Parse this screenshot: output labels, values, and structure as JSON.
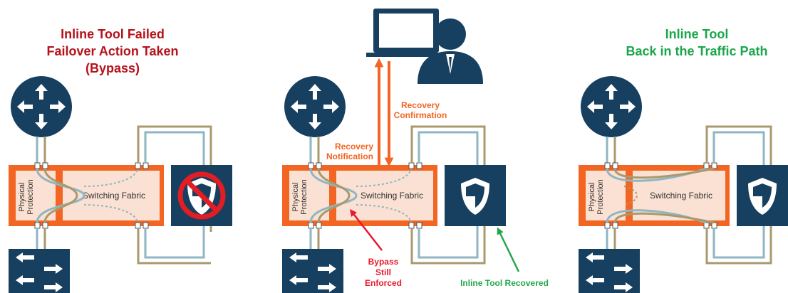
{
  "panels": {
    "left": {
      "title_line1": "Inline Tool Failed",
      "title_line2": "Failover Action Taken",
      "title_line3": "(Bypass)",
      "fabric_label": "Switching Fabric",
      "protection_line1": "Physical",
      "protection_line2": "Protection"
    },
    "middle": {
      "fabric_label": "Switching Fabric",
      "protection_line1": "Physical",
      "protection_line2": "Protection",
      "recovery_notification_line1": "Recovery",
      "recovery_notification_line2": "Notification",
      "recovery_confirmation_line1": "Recovery",
      "recovery_confirmation_line2": "Confirmation",
      "bypass_line1": "Bypass",
      "bypass_line2": "Still",
      "bypass_line3": "Enforced",
      "tool_recovered": "Inline  Tool Recovered"
    },
    "right": {
      "title_line1": "Inline Tool",
      "title_line2": "Back in the Traffic Path",
      "fabric_label": "Switching Fabric",
      "protection_line1": "Physical",
      "protection_line2": "Protection"
    }
  },
  "colors": {
    "red_title": "#b5121b",
    "green_title": "#1aa64a",
    "orange": "#f26522",
    "navy": "#173f5f",
    "fabric_fill": "#fbe1d3",
    "link_blue": "#8fb6c3",
    "link_tan": "#a89a6e",
    "bypass_red": "#e8192c",
    "recovered_green": "#22a84b",
    "prohibit_red": "#e21d24"
  },
  "icons": {
    "router": "router-icon",
    "switch": "switch-icon",
    "tool": "shield-icon",
    "prohibit": "prohibited-icon",
    "operator": "operator-at-laptop-icon"
  }
}
